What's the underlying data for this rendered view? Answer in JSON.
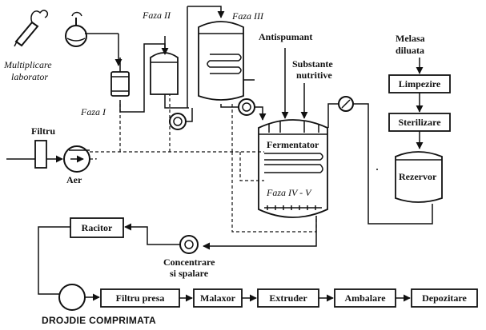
{
  "labels": {
    "multiplicare": "Multiplicare",
    "laborator": "laborator",
    "faza1": "Faza I",
    "faza2": "Faza II",
    "faza3": "Faza III",
    "antispumant": "Antispumant",
    "substante": "Substante",
    "nutritive": "nutritive",
    "melasa": "Melasa",
    "diluata": "diluata",
    "filtru": "Filtru",
    "aer": "Aer",
    "fermentator": "Fermentator",
    "faza45": "Faza IV - V",
    "racitor": "Racitor",
    "concentrare": "Concentrare",
    "spalare": "si spalare",
    "drojdie": "DROJDIE COMPRIMATA"
  },
  "process_boxes": {
    "limpezire": "Limpezire",
    "sterilizare": "Sterilizare",
    "rezervor": "Rezervor"
  },
  "chain": {
    "filtru_presa": "Filtru presa",
    "malaxor": "Malaxor",
    "extruder": "Extruder",
    "ambalare": "Ambalare",
    "depozitare": "Depozitare"
  }
}
